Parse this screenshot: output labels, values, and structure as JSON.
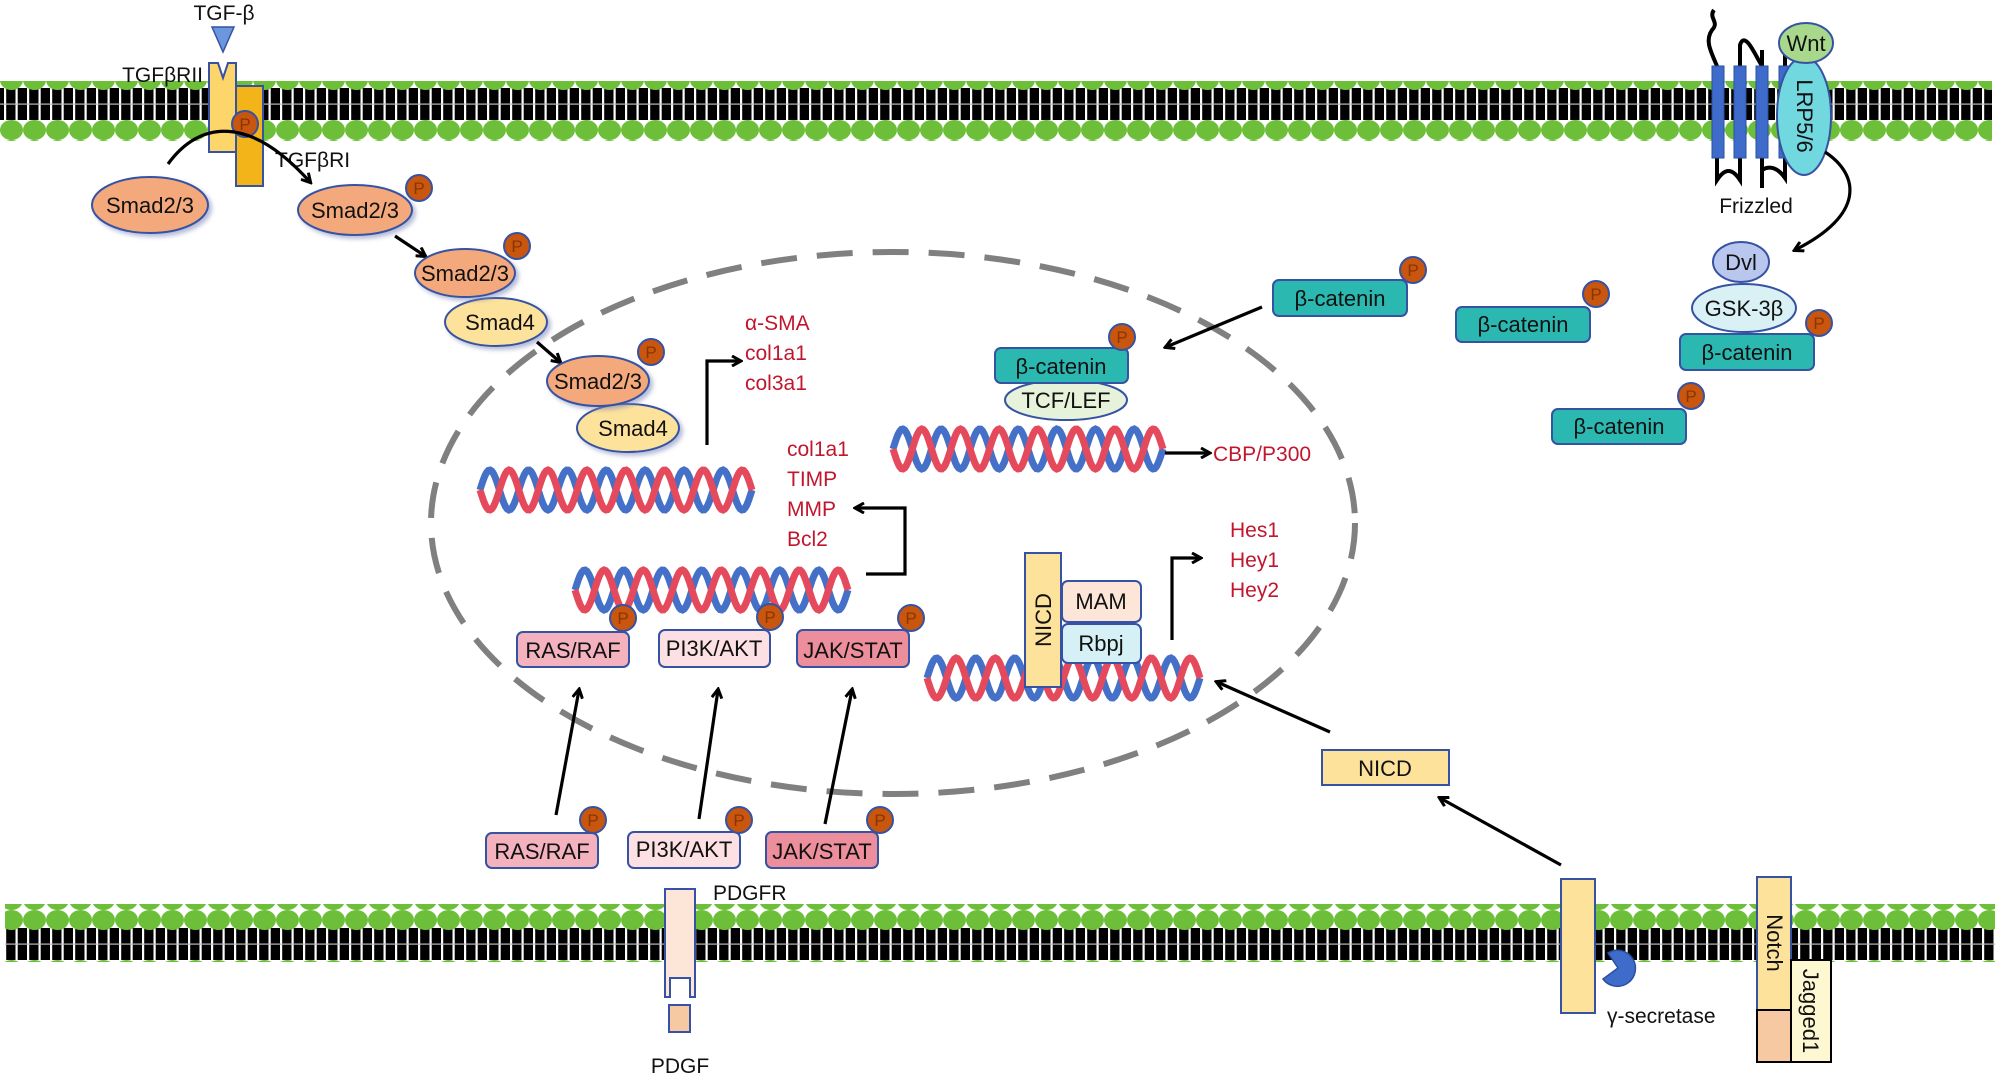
{
  "title": "Signaling pathways diagram: TGF-β/Smad, PDGF, Wnt/β-catenin and Notch",
  "colors": {
    "membrane_head": "#6dbf3a",
    "membrane_tail": "#000000",
    "smad23_fill": "#f4a97c",
    "smad4_fill": "#fde29b",
    "receptor_light": "#fdd66b",
    "receptor_dark": "#f2b418",
    "phospho_fill": "#c8560e",
    "protein_border": "#3552a3",
    "beta_catenin_fill": "#2bb8b0",
    "tcf_lef_fill": "#e6f2da",
    "dvl_fill": "#b9c7ee",
    "gsk_fill": "#d9f1f5",
    "wnt_fill": "#a8d88c",
    "lrp_fill": "#72d8df",
    "frizzled_fill": "#3f6ccb",
    "rasraf_fill": "#f3b2bd",
    "pi3k_fill": "#fde0e4",
    "jakstat_fill": "#ec8e9c",
    "nicd_fill": "#fde29b",
    "mam_fill": "#fde6d8",
    "rbpj_fill": "#d6f1f5",
    "pdgfr_fill": "#fde6d8",
    "pdgf_fill": "#f7c9a2",
    "notch_lower_fill": "#f7c9a2",
    "jagged_fill": "#fdf7d2",
    "secretase_fill": "#3f6ccb",
    "gene_text": "#c0172e",
    "dna_red": "#e44a5c",
    "dna_blue": "#4470c8",
    "nucleus_border": "#808080"
  },
  "phospho_label": "P",
  "tgf": {
    "ligand": "TGF-β",
    "receptor2": "TGFβRII",
    "receptor1": "TGFβRI",
    "smad23": "Smad2/3",
    "smad4": "Smad4",
    "targets": [
      "α-SMA",
      "col1a1",
      "col3a1"
    ]
  },
  "kinase_targets": [
    "col1a1",
    "TIMP",
    "MMP",
    "Bcl2"
  ],
  "kinases": {
    "rasraf": "RAS/RAF",
    "pi3k": "PI3K/AKT",
    "jakstat": "JAK/STAT"
  },
  "pdgf": {
    "receptor": "PDGFR",
    "ligand": "PDGF"
  },
  "wnt": {
    "ligand": "Wnt",
    "coreceptor": "LRP5/6",
    "receptor": "Frizzled",
    "dvl": "Dvl",
    "gsk": "GSK-3β",
    "beta_catenin": "β-catenin",
    "tcf_lef": "TCF/LEF",
    "target": "CBP/P300"
  },
  "notch": {
    "nicd": "NICD",
    "mam": "MAM",
    "rbpj": "Rbpj",
    "receptor": "Notch",
    "ligand": "Jagged1",
    "secretase": "γ-secretase",
    "targets": [
      "Hes1",
      "Hey1",
      "Hey2"
    ]
  }
}
